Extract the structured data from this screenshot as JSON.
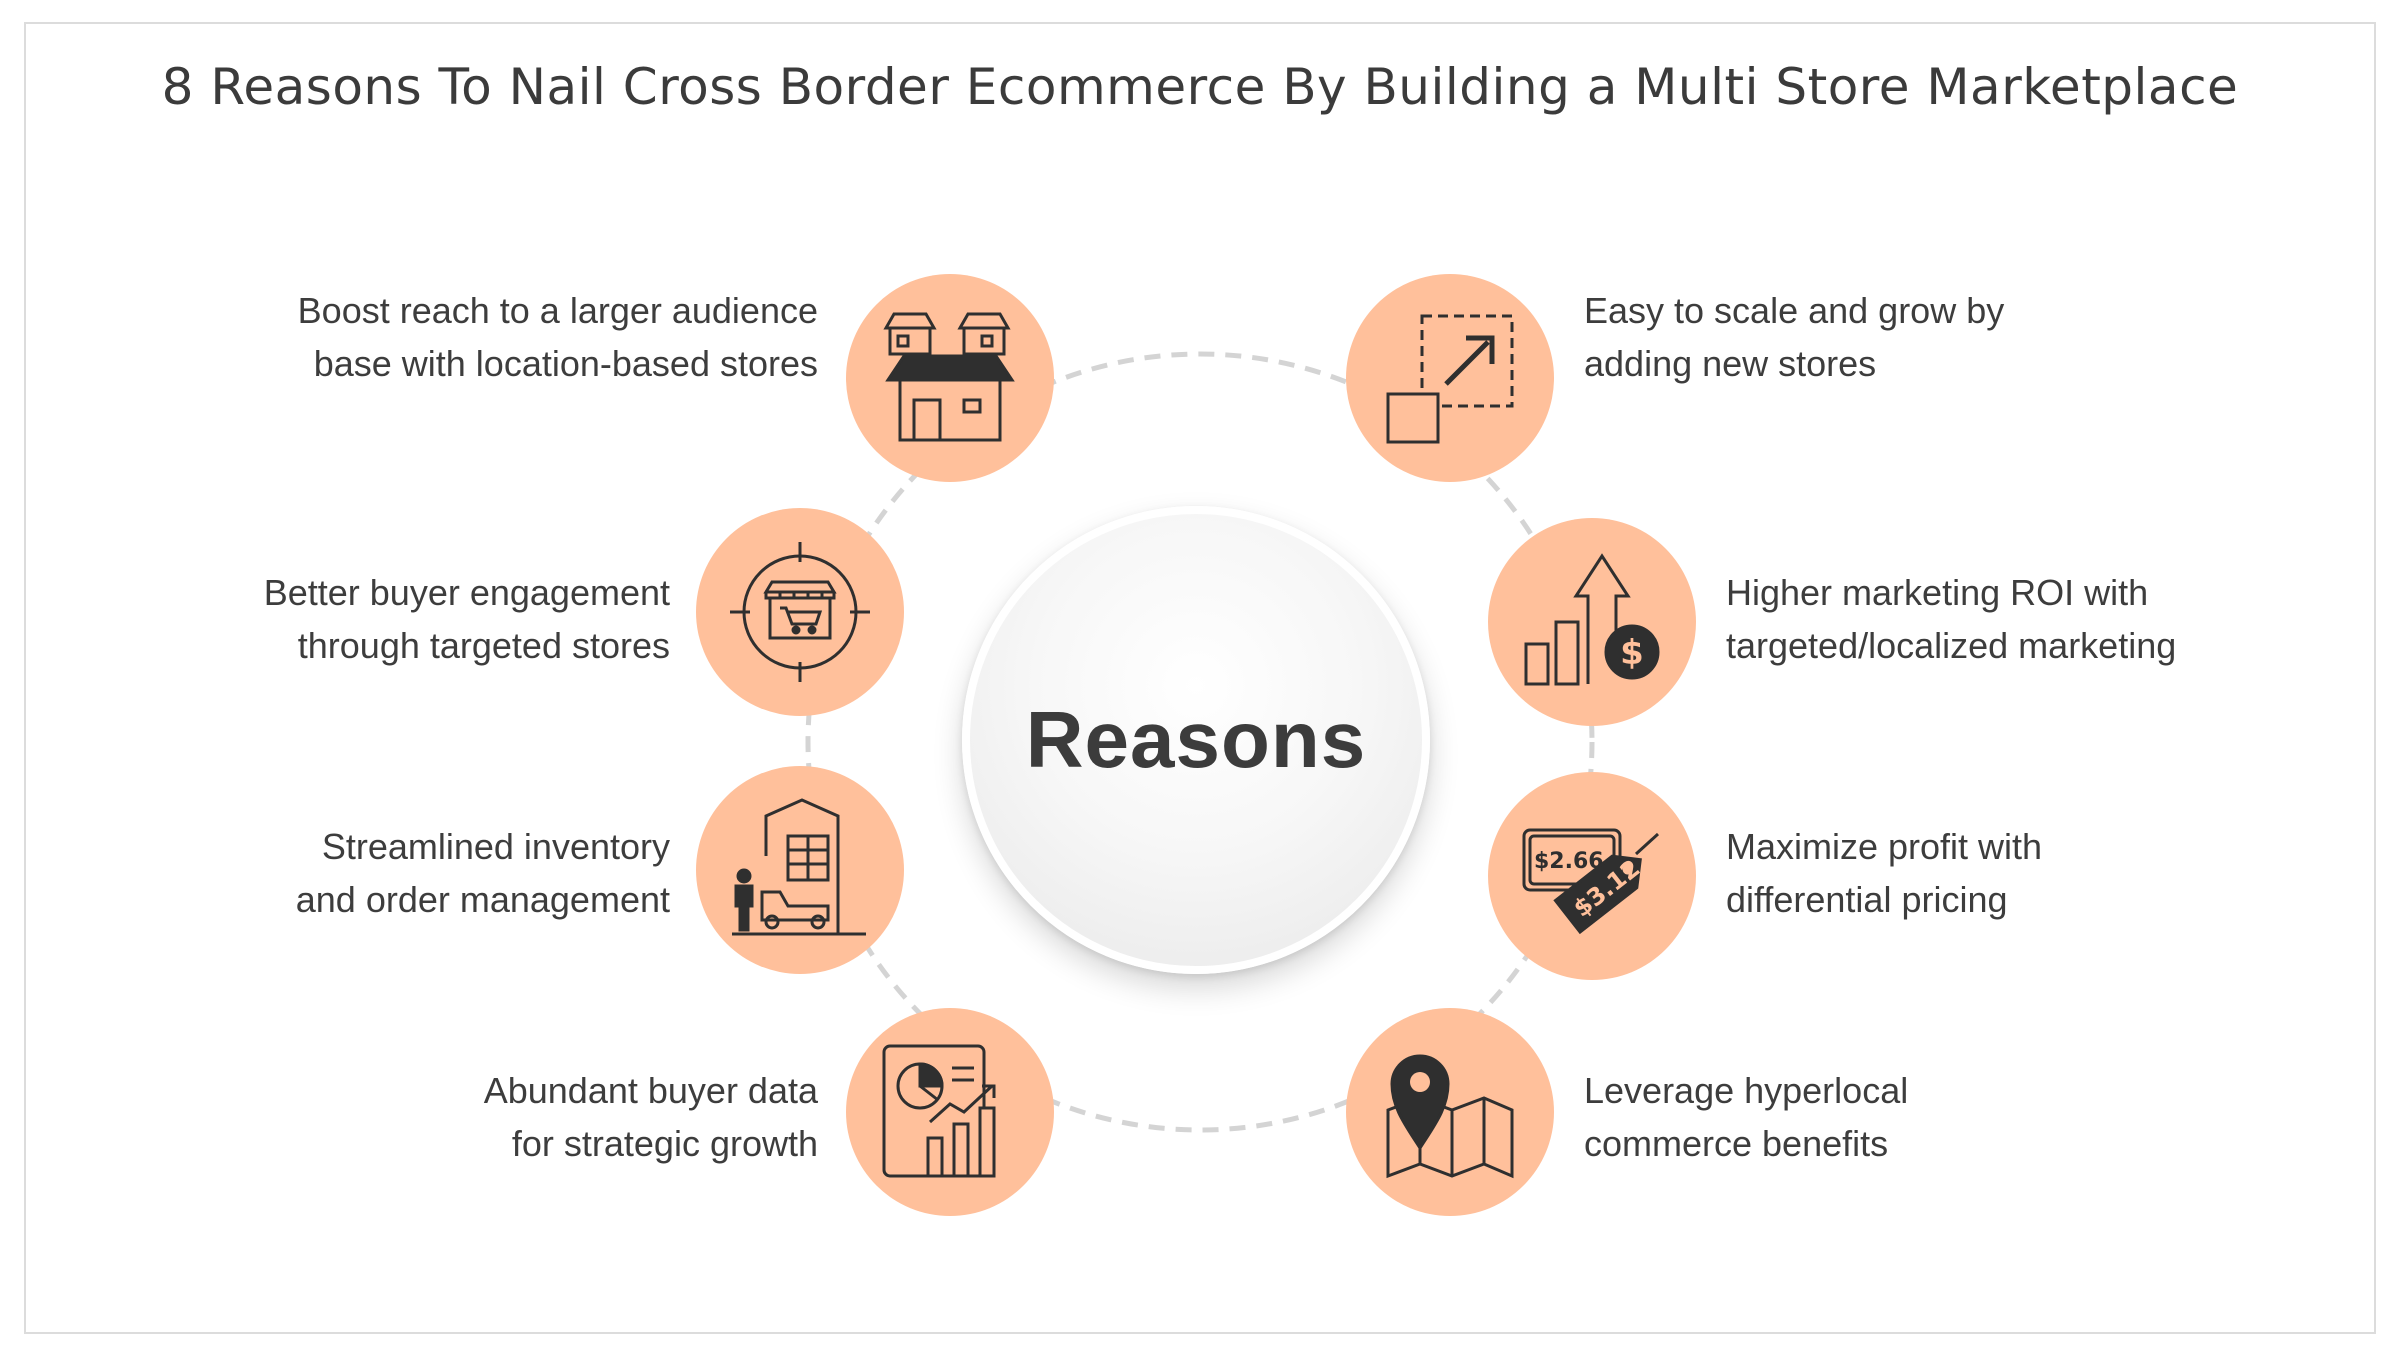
{
  "title": "8 Reasons To Nail Cross Border Ecommerce By Building a Multi Store Marketplace",
  "center_label": "Reasons",
  "colors": {
    "node_fill": "#ffc09b",
    "icon_stroke": "#2f2f2f",
    "ring": "#d4d4d4",
    "text": "#3d3d3d"
  },
  "reasons": [
    {
      "icon": "location-stores-icon",
      "lines": [
        "Boost reach to a larger audience",
        "base with location-based stores"
      ]
    },
    {
      "icon": "targeted-store-icon",
      "lines": [
        "Better buyer engagement",
        "through targeted stores"
      ]
    },
    {
      "icon": "inventory-warehouse-icon",
      "lines": [
        "Streamlined inventory",
        "and order management"
      ]
    },
    {
      "icon": "buyer-data-analytics-icon",
      "lines": [
        "Abundant buyer data",
        "for strategic growth"
      ]
    },
    {
      "icon": "scale-expand-icon",
      "lines": [
        "Easy to scale and grow by",
        "adding new stores"
      ]
    },
    {
      "icon": "marketing-roi-icon",
      "lines": [
        "Higher marketing ROI with",
        "targeted/localized marketing"
      ]
    },
    {
      "icon": "price-tag-icon",
      "lines": [
        "Maximize profit with",
        "differential pricing"
      ],
      "tag_prices": [
        "$2.66",
        "$3.12"
      ]
    },
    {
      "icon": "map-pin-icon",
      "lines": [
        "Leverage hyperlocal",
        "commerce benefits"
      ]
    }
  ]
}
